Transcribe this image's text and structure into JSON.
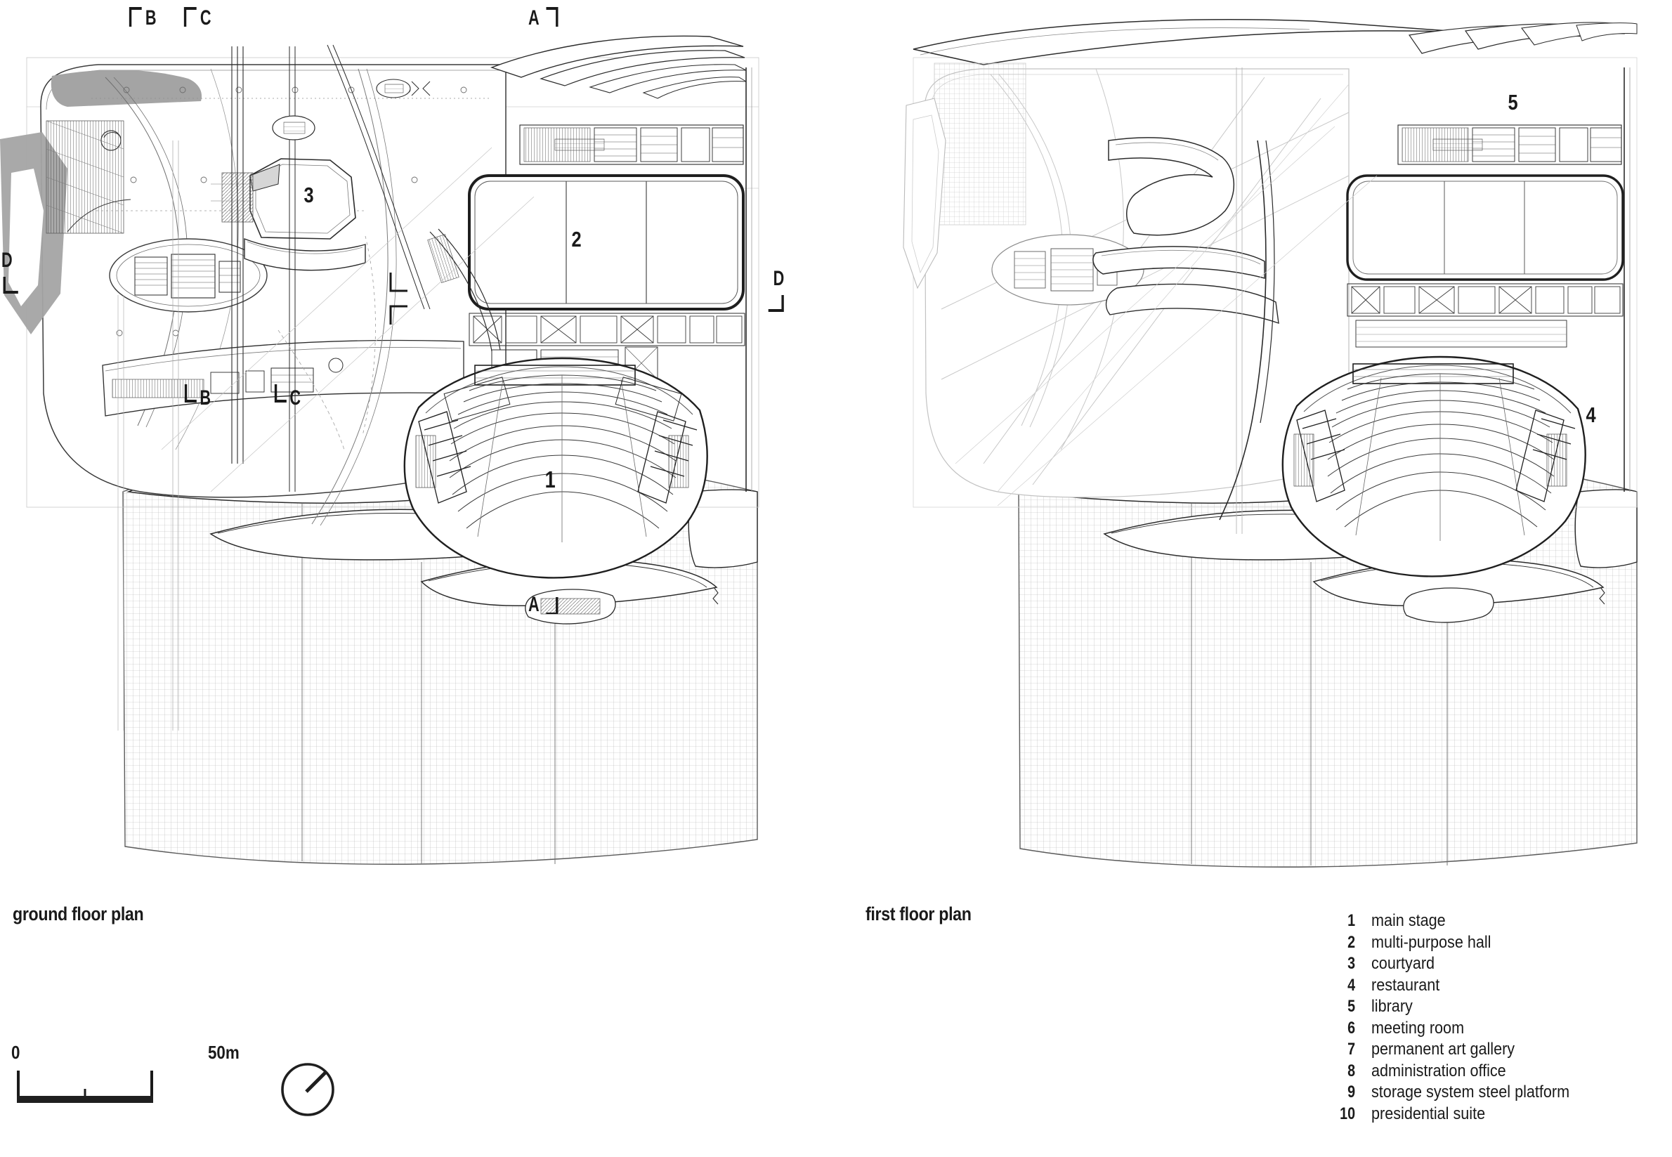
{
  "captions": {
    "ground": "ground floor plan",
    "first": "first floor plan"
  },
  "scale_bar": {
    "start_label": "0",
    "end_label": "50m",
    "units": "m",
    "length_value": 50
  },
  "north_arrow": {
    "icon": "north-arrow-icon"
  },
  "legend": {
    "items": [
      {
        "num": "1",
        "label": "main stage"
      },
      {
        "num": "2",
        "label": "multi-purpose hall"
      },
      {
        "num": "3",
        "label": "courtyard"
      },
      {
        "num": "4",
        "label": "restaurant"
      },
      {
        "num": "5",
        "label": "library"
      },
      {
        "num": "6",
        "label": "meeting room"
      },
      {
        "num": "7",
        "label": "permanent art gallery"
      },
      {
        "num": "8",
        "label": "administration office"
      },
      {
        "num": "9",
        "label": "storage system steel platform"
      },
      {
        "num": "10",
        "label": "presidential suite"
      }
    ]
  },
  "ground_plan": {
    "section_markers": [
      {
        "id": "b-top",
        "label": "B",
        "bracket": "top-left"
      },
      {
        "id": "c-top",
        "label": "C",
        "bracket": "top-left"
      },
      {
        "id": "a-top",
        "label": "A",
        "bracket": "top-right"
      },
      {
        "id": "d-left",
        "label": "D",
        "bracket": "bottom-left"
      },
      {
        "id": "d-right",
        "label": "D",
        "bracket": "bottom-right"
      },
      {
        "id": "b-bottom",
        "label": "B",
        "bracket": "bottom-left-inv"
      },
      {
        "id": "c-bottom",
        "label": "C",
        "bracket": "bottom-left-inv"
      },
      {
        "id": "a-bottom",
        "label": "A",
        "bracket": "bottom-right-inv"
      }
    ],
    "room_callouts": [
      {
        "num": "1",
        "name": "main stage"
      },
      {
        "num": "2",
        "name": "multi-purpose hall"
      },
      {
        "num": "3",
        "name": "courtyard"
      }
    ]
  },
  "first_plan": {
    "room_callouts": [
      {
        "num": "4",
        "name": "restaurant"
      },
      {
        "num": "5",
        "name": "library"
      }
    ]
  },
  "colors": {
    "ink": "#1a1a1a",
    "line": "#2b2b2b",
    "hairline": "#9a9a9a",
    "grid": "#b4b4b4",
    "fill_grey": "#a8a8a8",
    "paper": "#ffffff"
  }
}
